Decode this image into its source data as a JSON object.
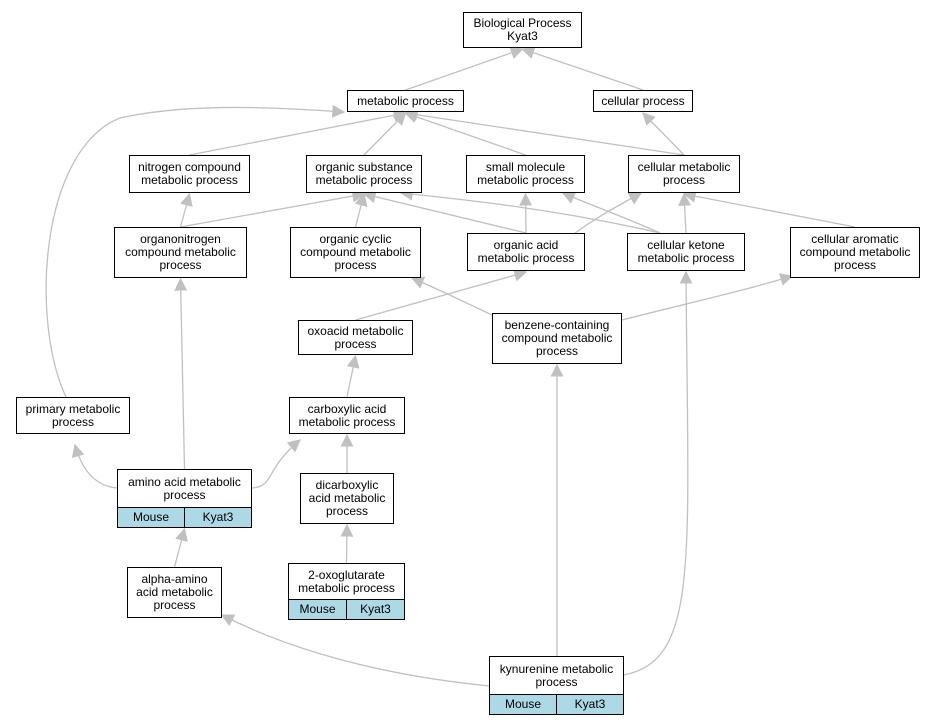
{
  "graph": {
    "nodes": {
      "root": {
        "lines": [
          "Biological Process",
          "Kyat3"
        ]
      },
      "metabolic": {
        "lines": [
          "metabolic process"
        ]
      },
      "cellular": {
        "lines": [
          "cellular process"
        ]
      },
      "nitrogen": {
        "lines": [
          "nitrogen compound",
          "metabolic process"
        ]
      },
      "organic_substance": {
        "lines": [
          "organic substance",
          "metabolic process"
        ]
      },
      "small_molecule": {
        "lines": [
          "small molecule",
          "metabolic process"
        ]
      },
      "cellular_metabolic": {
        "lines": [
          "cellular metabolic",
          "process"
        ]
      },
      "organonitrogen": {
        "lines": [
          "organonitrogen",
          "compound metabolic",
          "process"
        ]
      },
      "organic_cyclic": {
        "lines": [
          "organic cyclic",
          "compound metabolic",
          "process"
        ]
      },
      "organic_acid": {
        "lines": [
          "organic acid",
          "metabolic process"
        ]
      },
      "cellular_ketone": {
        "lines": [
          "cellular ketone",
          "metabolic process"
        ]
      },
      "cellular_aromatic": {
        "lines": [
          "cellular aromatic",
          "compound metabolic",
          "process"
        ]
      },
      "oxoacid": {
        "lines": [
          "oxoacid metabolic",
          "process"
        ]
      },
      "benzene": {
        "lines": [
          "benzene-containing",
          "compound metabolic",
          "process"
        ]
      },
      "primary": {
        "lines": [
          "primary metabolic",
          "process"
        ]
      },
      "carboxylic": {
        "lines": [
          "carboxylic acid",
          "metabolic process"
        ]
      },
      "amino_acid": {
        "lines": [
          "amino acid metabolic",
          "process"
        ],
        "tags": [
          "Mouse",
          "Kyat3"
        ]
      },
      "dicarboxylic": {
        "lines": [
          "dicarboxylic",
          "acid metabolic",
          "process"
        ]
      },
      "oxoglutarate": {
        "lines": [
          "2-oxoglutarate",
          "metabolic process"
        ],
        "tags": [
          "Mouse",
          "Kyat3"
        ]
      },
      "alpha_amino": {
        "lines": [
          "alpha-amino",
          "acid metabolic",
          "process"
        ]
      },
      "kynurenine": {
        "lines": [
          "kynurenine metabolic",
          "process"
        ],
        "tags": [
          "Mouse",
          "Kyat3"
        ]
      }
    },
    "edges": [
      [
        "metabolic",
        "root"
      ],
      [
        "cellular",
        "root"
      ],
      [
        "nitrogen",
        "metabolic"
      ],
      [
        "organic_substance",
        "metabolic"
      ],
      [
        "small_molecule",
        "metabolic"
      ],
      [
        "cellular_metabolic",
        "metabolic"
      ],
      [
        "cellular_metabolic",
        "cellular"
      ],
      [
        "primary",
        "metabolic"
      ],
      [
        "organonitrogen",
        "nitrogen"
      ],
      [
        "organonitrogen",
        "organic_substance"
      ],
      [
        "organic_cyclic",
        "organic_substance"
      ],
      [
        "organic_acid",
        "organic_substance"
      ],
      [
        "organic_acid",
        "small_molecule"
      ],
      [
        "organic_acid",
        "cellular_metabolic"
      ],
      [
        "cellular_ketone",
        "organic_substance"
      ],
      [
        "cellular_ketone",
        "small_molecule"
      ],
      [
        "cellular_ketone",
        "cellular_metabolic"
      ],
      [
        "cellular_aromatic",
        "cellular_metabolic"
      ],
      [
        "benzene",
        "organic_cyclic"
      ],
      [
        "benzene",
        "cellular_aromatic"
      ],
      [
        "oxoacid",
        "organic_acid"
      ],
      [
        "carboxylic",
        "oxoacid"
      ],
      [
        "amino_acid",
        "primary"
      ],
      [
        "amino_acid",
        "organonitrogen"
      ],
      [
        "amino_acid",
        "carboxylic"
      ],
      [
        "dicarboxylic",
        "carboxylic"
      ],
      [
        "oxoglutarate",
        "dicarboxylic"
      ],
      [
        "alpha_amino",
        "amino_acid"
      ],
      [
        "kynurenine",
        "alpha_amino"
      ],
      [
        "kynurenine",
        "benzene"
      ],
      [
        "kynurenine",
        "cellular_ketone"
      ]
    ]
  },
  "colors": {
    "tag_fill": "#add8e6",
    "edge": "#c0c0c0",
    "arrowhead": "#c0c0c0",
    "node_border": "#000000"
  }
}
